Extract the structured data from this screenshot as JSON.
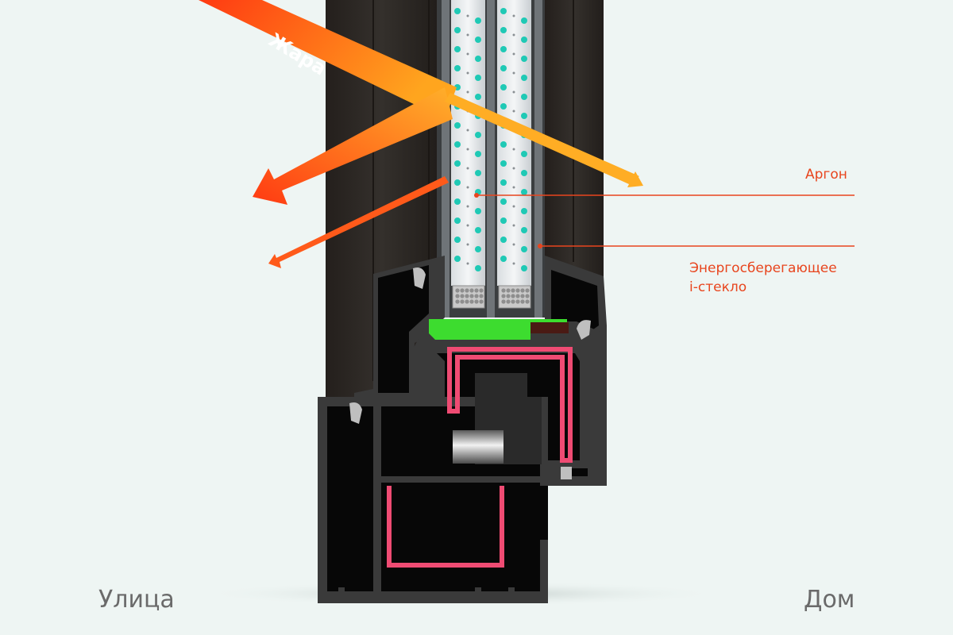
{
  "labels": {
    "heat": "Жара",
    "argon": "Аргон",
    "glass_line1": "Энергосберегающее",
    "glass_line2": "i-стекло",
    "outside": "Улица",
    "inside": "Дом"
  },
  "colors": {
    "accent": "#e8451e",
    "heat_start": "#ff3a12",
    "heat_end": "#ffa51e",
    "frame_dark": "#2b2623",
    "pvc": "#2f2f2f",
    "gasket_green": "#3ddc2f",
    "reinforcement_pink": "#ef4b73",
    "argon_dot": "#1fc9b5",
    "background": "#eef5f3"
  }
}
